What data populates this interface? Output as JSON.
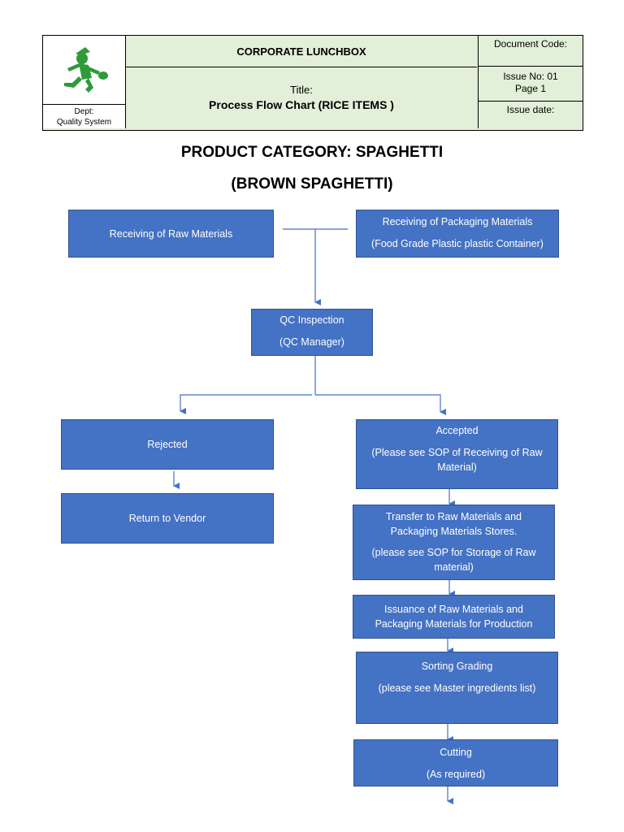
{
  "header": {
    "company": "CORPORATE LUNCHBOX",
    "title_label": "Title:",
    "title_value": "Process Flow Chart (RICE ITEMS )",
    "document_code": "Document Code:",
    "issue_no": "Issue No: 01",
    "page": "Page 1",
    "issue_date": "Issue date:",
    "dept_label": "Dept:",
    "dept_value": "Quality System",
    "logo_color": "#2e9a3a"
  },
  "headings": {
    "category": "PRODUCT CATEGORY:   SPAGHETTI",
    "product": "(BROWN SPAGHETTI)"
  },
  "flow": {
    "receiving_raw": {
      "line1": "Receiving of Raw Materials"
    },
    "receiving_packaging": {
      "line1": "Receiving of Packaging Materials",
      "line2": "(Food Grade Plastic plastic Container)"
    },
    "qc_inspection": {
      "line1": "QC Inspection",
      "line2": "(QC Manager)"
    },
    "rejected": {
      "line1": "Rejected"
    },
    "return_vendor": {
      "line1": "Return to Vendor"
    },
    "accepted": {
      "line1": "Accepted",
      "line2": "(Please see SOP of Receiving of Raw Material)"
    },
    "transfer": {
      "line1": "Transfer to Raw Materials and Packaging Materials Stores.",
      "line2": "(please see SOP for Storage of Raw material)"
    },
    "issuance": {
      "line1": "Issuance of Raw Materials and Packaging Materials for Production"
    },
    "sorting": {
      "line1": "Sorting Grading",
      "line2": "(please see Master ingredients list)"
    },
    "cutting": {
      "line1": "Cutting",
      "line2": "(As required)"
    }
  },
  "colors": {
    "box_fill": "#4472c4",
    "box_border": "#2f528f",
    "connector": "#4472c4",
    "header_fill": "#e2efd9"
  }
}
